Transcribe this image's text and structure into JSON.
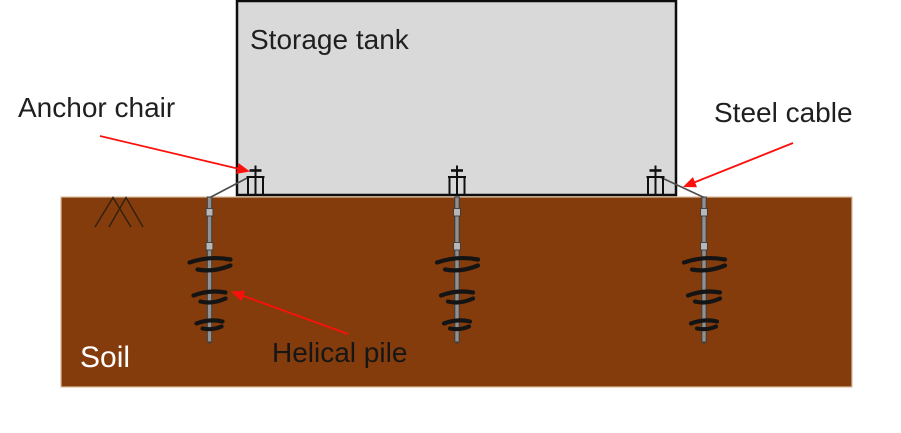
{
  "figure": {
    "labels": {
      "storage_tank": "Storage tank",
      "anchor_chair": "Anchor chair",
      "steel_cable": "Steel cable",
      "helical_pile": "Helical pile",
      "soil": "Soil"
    },
    "colors": {
      "background": "#ffffff",
      "tank_fill": "#d9d9d9",
      "tank_outline": "#0d0d0d",
      "soil_fill": "#843c0c",
      "soil_outline": "#dcbc9e",
      "annotation_arrow": "#fb100c",
      "cable_gray": "#4d4d4d",
      "pile_shaft_fill": "#909090",
      "pile_shaft_outline": "#3d3d3d",
      "pile_coupling_fill": "#b8b8b8",
      "helix_black": "#141414",
      "label_text": "#1f1f1f",
      "soil_label_text": "#ffffff"
    }
  }
}
